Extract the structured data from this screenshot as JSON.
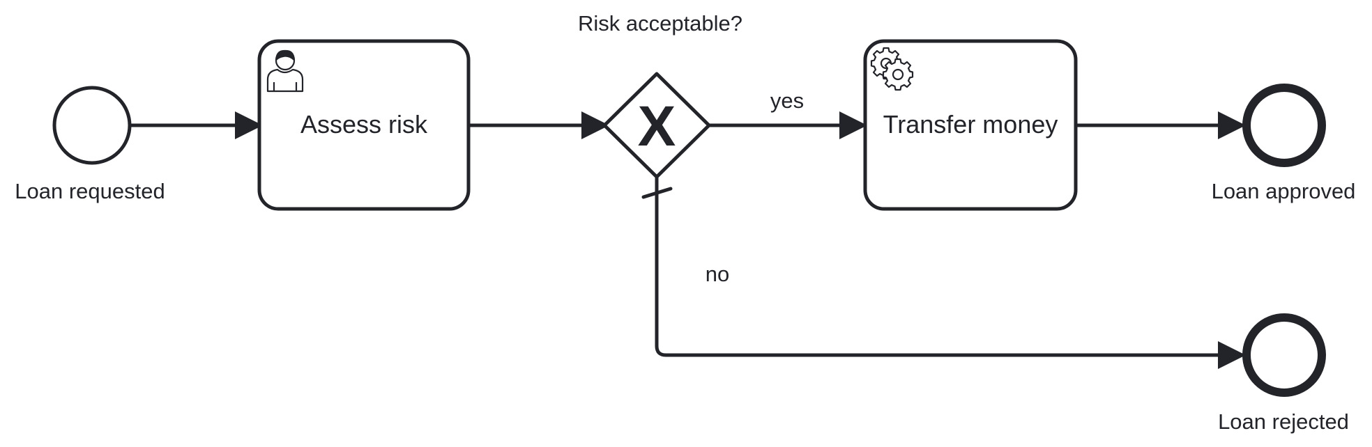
{
  "process": {
    "start_event": {
      "label": "Loan requested"
    },
    "task_assess": {
      "label": "Assess risk",
      "task_type_icon": "user-icon"
    },
    "gateway": {
      "label": "Risk acceptable?",
      "type": "exclusive",
      "marker": "X"
    },
    "task_transfer": {
      "label": "Transfer money",
      "task_type_icon": "gear-icon"
    },
    "end_approved": {
      "label": "Loan approved"
    },
    "end_rejected": {
      "label": "Loan rejected"
    },
    "flows": {
      "yes_label": "yes",
      "no_label": "no"
    }
  },
  "colors": {
    "stroke": "#22242a",
    "fill": "#ffffff"
  }
}
